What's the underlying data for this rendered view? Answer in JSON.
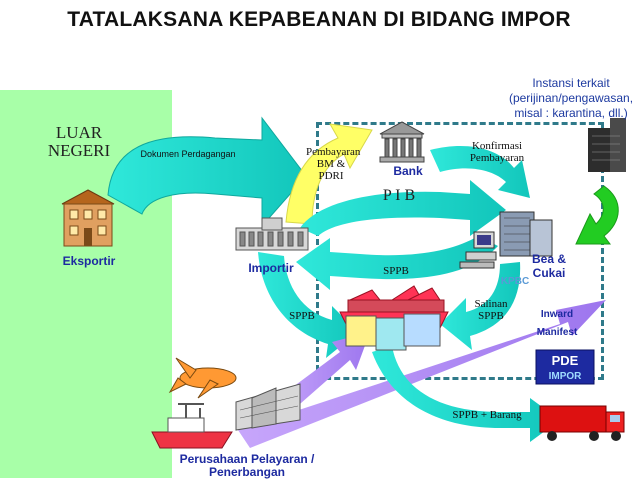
{
  "title": "TATALAKSANA KEPABEANAN DI BIDANG IMPOR",
  "zones": {
    "luar_negeri": "LUAR NEGERI"
  },
  "nodes": {
    "eksportir": "Eksportir",
    "importir": "Importir",
    "bank": "Bank",
    "bea_cukai": "Bea & Cukai",
    "kpbc": "KPBC",
    "perusahaan": "Perusahaan Pelayaran / Penerbangan",
    "instansi": "Instansi terkait (perijinan/pengawasan, misal : karantina, dll.)",
    "pde_top": "PDE",
    "pde_bottom": "IMPOR"
  },
  "flows": {
    "dokumen": "Dokumen Perdagangan",
    "pembayaran": "Pembayaran BM & PDRI",
    "konfirmasi": "Konfirmasi Pembayaran",
    "pib": "P I B",
    "sppb_top": "SPPB",
    "sppb_left": "SPPB",
    "salinan": "Salinan SPPB",
    "inward": "Inward Manifest",
    "sppb_barang": "SPPB + Barang"
  },
  "colors": {
    "cyan": "#19e3d6",
    "teal_dark": "#13b8ae",
    "yellow": "#ffff66",
    "purple": "#b38cf5",
    "green_arrow": "#22cc22",
    "panel": "#a8ffa8",
    "label_blue": "#1d2aa0"
  }
}
